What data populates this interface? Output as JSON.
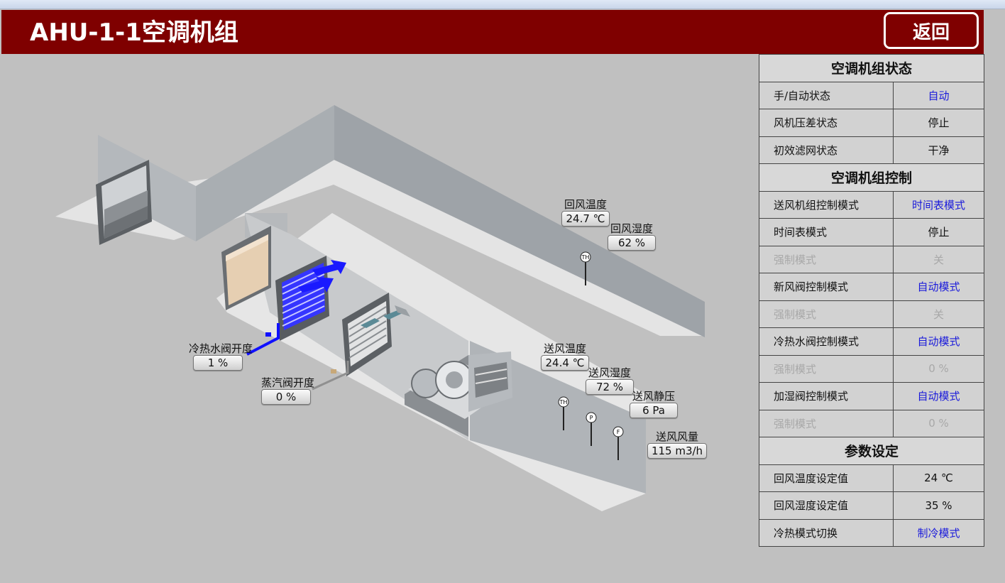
{
  "header": {
    "title": "AHU-1-1空调机组",
    "back_label": "返回"
  },
  "diagram": {
    "return_temp": {
      "label": "回风温度",
      "value": "24.7 ℃"
    },
    "return_hum": {
      "label": "回风湿度",
      "value": "62 %"
    },
    "chw_valve": {
      "label": "冷热水阀开度",
      "value": "1 %"
    },
    "steam_valve": {
      "label": "蒸汽阀开度",
      "value": "0 %"
    },
    "supply_temp": {
      "label": "送风温度",
      "value": "24.4 ℃"
    },
    "supply_hum": {
      "label": "送风湿度",
      "value": "72 %"
    },
    "supply_press": {
      "label": "送风静压",
      "value": "6 Pa"
    },
    "supply_flow": {
      "label": "送风风量",
      "value": "115 m3/h"
    },
    "sensor_th": "TH",
    "sensor_p": "P",
    "sensor_f": "F"
  },
  "colors": {
    "header": "#7f0000",
    "active_blue": "#1a1adb",
    "disabled": "#a8a8a8",
    "chw_pipe": "#1010ff"
  },
  "panel": {
    "status": {
      "title": "空调机组状态",
      "rows": [
        {
          "key": "手/自动状态",
          "value": "自动"
        },
        {
          "key": "风机压差状态",
          "value": "停止"
        },
        {
          "key": "初效滤网状态",
          "value": "干净"
        }
      ]
    },
    "control": {
      "title": "空调机组控制",
      "rows": [
        {
          "key": "送风机组控制模式",
          "value": "时间表模式"
        },
        {
          "key": "时间表模式",
          "value": "停止"
        },
        {
          "key": "强制模式",
          "value": "关"
        },
        {
          "key": "新风阀控制模式",
          "value": "自动模式"
        },
        {
          "key": "强制模式",
          "value": "关"
        },
        {
          "key": "冷热水阀控制模式",
          "value": "自动模式"
        },
        {
          "key": "强制模式",
          "value": "0 %"
        },
        {
          "key": "加湿阀控制模式",
          "value": "自动模式"
        },
        {
          "key": "强制模式",
          "value": "0 %"
        }
      ]
    },
    "params": {
      "title": "参数设定",
      "rows": [
        {
          "key": "回风温度设定值",
          "value": "24 ℃"
        },
        {
          "key": "回风湿度设定值",
          "value": "35 %"
        },
        {
          "key": "冷热模式切换",
          "value": "制冷模式"
        }
      ]
    }
  }
}
